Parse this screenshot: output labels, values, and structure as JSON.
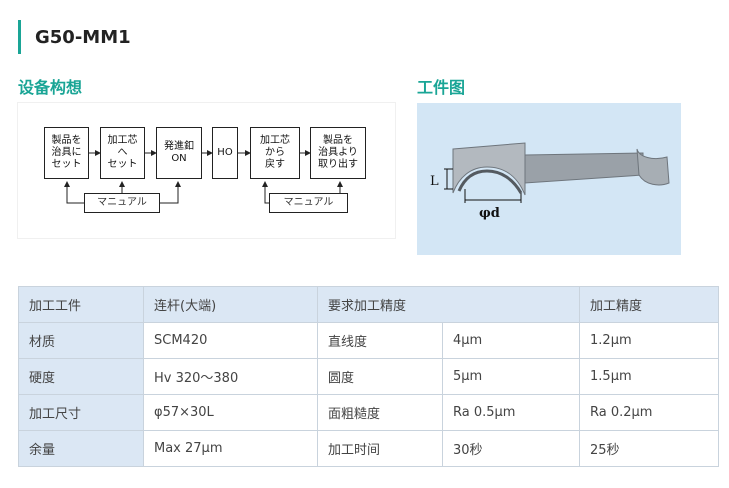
{
  "header": {
    "title": "G50-MM1"
  },
  "sections": {
    "concept": "设备构想",
    "workpiece": "工件图"
  },
  "flow": {
    "steps": [
      "製品を\n治具に\nセット",
      "加工芯\nへ\nセット",
      "発進釦\nON",
      "HO",
      "加工芯\nから\n戻す",
      "製品を\n治具より\n取り出す"
    ],
    "manual_1": "マニュアル",
    "manual_2": "マニュアル"
  },
  "diagram": {
    "label_L": "L",
    "label_d": "φd"
  },
  "table": {
    "rows": [
      [
        "加工工件",
        "连杆(大端)",
        "要求加工精度",
        "",
        "加工精度"
      ],
      [
        "材质",
        "SCM420",
        "直线度",
        "4μm",
        "1.2μm"
      ],
      [
        "硬度",
        "Hv 320～380",
        "圆度",
        "5μm",
        "1.5μm"
      ],
      [
        "加工尺寸",
        "φ57×30L",
        "面粗糙度",
        "Ra 0.5μm",
        "Ra 0.2μm"
      ],
      [
        "余量",
        "Max 27μm",
        "加工时间",
        "30秒",
        "25秒"
      ]
    ]
  }
}
